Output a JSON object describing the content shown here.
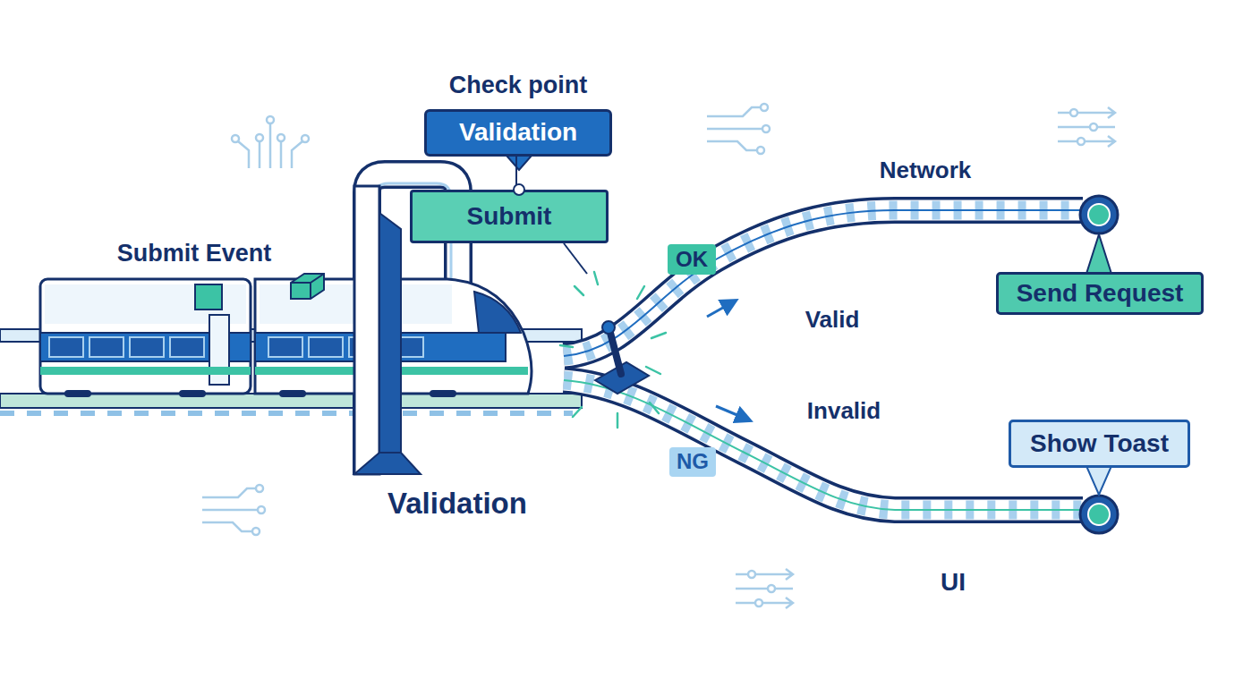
{
  "diagram": {
    "nodes": [
      {
        "text": [
          "Check point",
          "Validation"
        ]
      },
      {
        "text": [
          "Submit"
        ]
      },
      {
        "text": [
          "OK"
        ]
      },
      {
        "text": [
          "Send Request"
        ]
      },
      {
        "text": [
          "NG"
        ]
      },
      {
        "text": [
          "Show Toast"
        ]
      }
    ],
    "edges": [
      {
        "from": 0,
        "to": 1,
        "arrow": "none"
      }
    ],
    "labels": [
      "Submit Event",
      "Network",
      "Valid",
      "Invalid",
      "Validation",
      "UI"
    ]
  }
}
